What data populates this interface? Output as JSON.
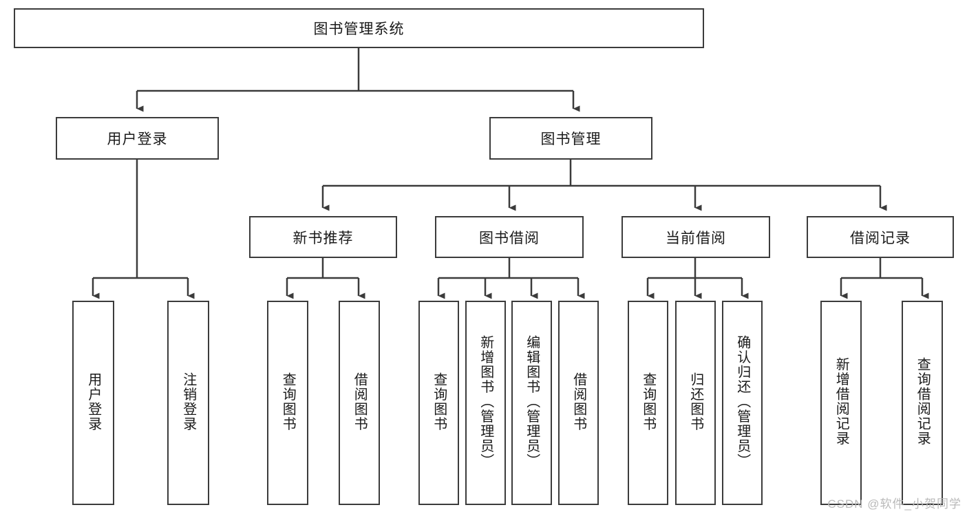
{
  "diagram": {
    "title_node": {
      "label": "图书管理系统"
    },
    "level2": [
      {
        "id": "user-login",
        "label": "用户登录"
      },
      {
        "id": "book-manage",
        "label": "图书管理"
      }
    ],
    "level3": [
      {
        "id": "new-book-recommend",
        "label": "新书推荐"
      },
      {
        "id": "book-borrow",
        "label": "图书借阅"
      },
      {
        "id": "current-borrow",
        "label": "当前借阅"
      },
      {
        "id": "borrow-record",
        "label": "借阅记录"
      }
    ],
    "leaves": {
      "user_login": [
        {
          "id": "leaf-user-login",
          "label": "用户登录"
        },
        {
          "id": "leaf-logout-login",
          "label": "注销登录"
        }
      ],
      "new_book_recommend": [
        {
          "id": "leaf-query-book-1",
          "label": "查询图书"
        },
        {
          "id": "leaf-borrow-book-1",
          "label": "借阅图书"
        }
      ],
      "book_borrow": [
        {
          "id": "leaf-query-book-2",
          "label": "查询图书"
        },
        {
          "id": "leaf-add-book",
          "label": "新增图书（管理员）"
        },
        {
          "id": "leaf-edit-book",
          "label": "编辑图书（管理员）"
        },
        {
          "id": "leaf-borrow-book-2",
          "label": "借阅图书"
        }
      ],
      "current_borrow": [
        {
          "id": "leaf-query-book-3",
          "label": "查询图书"
        },
        {
          "id": "leaf-return-book",
          "label": "归还图书"
        },
        {
          "id": "leaf-confirm-return",
          "label": "确认归还（管理员）"
        }
      ],
      "borrow_record": [
        {
          "id": "leaf-add-borrow-record",
          "label": "新增借阅记录"
        },
        {
          "id": "leaf-query-borrow-record",
          "label": "查询借阅记录"
        }
      ]
    }
  },
  "watermark": {
    "text": "CSDN @软件_小贺同学"
  },
  "colors": {
    "stroke": "#3b3b3b",
    "text": "#1a1a1a",
    "background": "#ffffff",
    "watermark": "#b9b9b9"
  }
}
